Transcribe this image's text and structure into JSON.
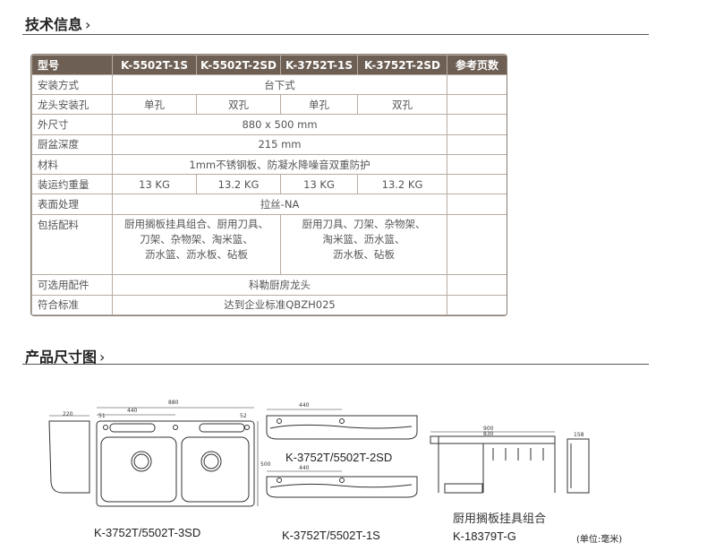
{
  "sections": {
    "tech_title": "技术信息",
    "dims_title": "产品尺寸图"
  },
  "table": {
    "headers": [
      "型号",
      "K-5502T-1S",
      "K-5502T-2SD",
      "K-3752T-1S",
      "K-3752T-2SD",
      "参考页数"
    ],
    "install": {
      "label": "安装方式",
      "value": "台下式"
    },
    "faucet": {
      "label": "龙头安装孔",
      "values": [
        "单孔",
        "双孔",
        "单孔",
        "双孔"
      ]
    },
    "size": {
      "label": "外尺寸",
      "value": "880 x 500 mm"
    },
    "depth": {
      "label": "厨盆深度",
      "value": "215 mm"
    },
    "material": {
      "label": "材料",
      "value": "1mm不锈钢板、防凝水降噪音双重防护"
    },
    "weight": {
      "label": "装运约重量",
      "values": [
        "13 KG",
        "13.2 KG",
        "13 KG",
        "13.2 KG"
      ]
    },
    "finish": {
      "label": "表面处理",
      "value": "拉丝-NA"
    },
    "accessories": {
      "label": "包括配料",
      "left": [
        "厨用搁板挂具组合、厨用刀具、",
        "刀架、杂物架、淘米篮、",
        "沥水篮、沥水板、砧板"
      ],
      "right": [
        "厨用刀具、刀架、杂物架、",
        "淘米篮、沥水篮、",
        "沥水板、砧板"
      ]
    },
    "optional": {
      "label": "可选用配件",
      "value": "科勒厨房龙头"
    },
    "standard": {
      "label": "符合标准",
      "value": "达到企业标准QBZH025"
    }
  },
  "drawings": {
    "big_dims": {
      "width": "880",
      "half": "440",
      "left_off": "51",
      "right_off": "52",
      "depth": "500",
      "side": "220"
    },
    "small_dims": {
      "top": "440",
      "bottom": "440"
    },
    "rack_dims": {
      "width": "900",
      "inner": "830",
      "side": "158"
    },
    "captions": {
      "big": "K-3752T/5502T-3SD",
      "top_right": "K-3752T/5502T-2SD",
      "bottom_right": "K-3752T/5502T-1S",
      "rack_name": "厨用搁板挂具组合",
      "rack_model": "K-18379T-G",
      "unit": "(单位:毫米)"
    }
  }
}
